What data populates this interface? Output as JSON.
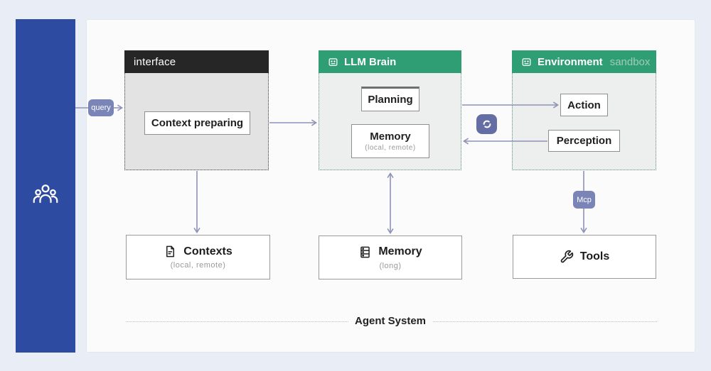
{
  "sidebar": {
    "icon": "people-icon"
  },
  "badges": {
    "query": "query",
    "mcp": "Mcp",
    "sync_icon": "sync-icon"
  },
  "nodes": {
    "interface": {
      "title": "interface",
      "child": "Context preparing"
    },
    "llm_brain": {
      "icon": "robot-icon",
      "title": "LLM Brain",
      "planning": "Planning",
      "memory": "Memory",
      "memory_sub": "(local, remote)"
    },
    "environment": {
      "icon": "robot-icon",
      "title": "Environment",
      "subtitle": "sandbox",
      "action": "Action",
      "perception": "Perception"
    },
    "contexts": {
      "icon": "document-icon",
      "label": "Contexts",
      "sub": "(local, remote)"
    },
    "memory_long": {
      "icon": "database-icon",
      "label": "Memory",
      "sub": "(long)"
    },
    "tools": {
      "icon": "wrench-icon",
      "label": "Tools"
    }
  },
  "footer": {
    "label": "Agent System"
  },
  "colors": {
    "background": "#e9eef6",
    "sidebar_blue": "#2d4ba1",
    "panel_white": "#fbfbfc",
    "header_dark": "#262626",
    "header_green": "#2f9e74",
    "sandbox_text": "#9fccb6",
    "badge_purple": "#7b84b6",
    "sync_badge": "#656ea4",
    "arrow": "#8d92b6",
    "interface_body": "#e3e3e3",
    "group_body": "#edefee"
  }
}
